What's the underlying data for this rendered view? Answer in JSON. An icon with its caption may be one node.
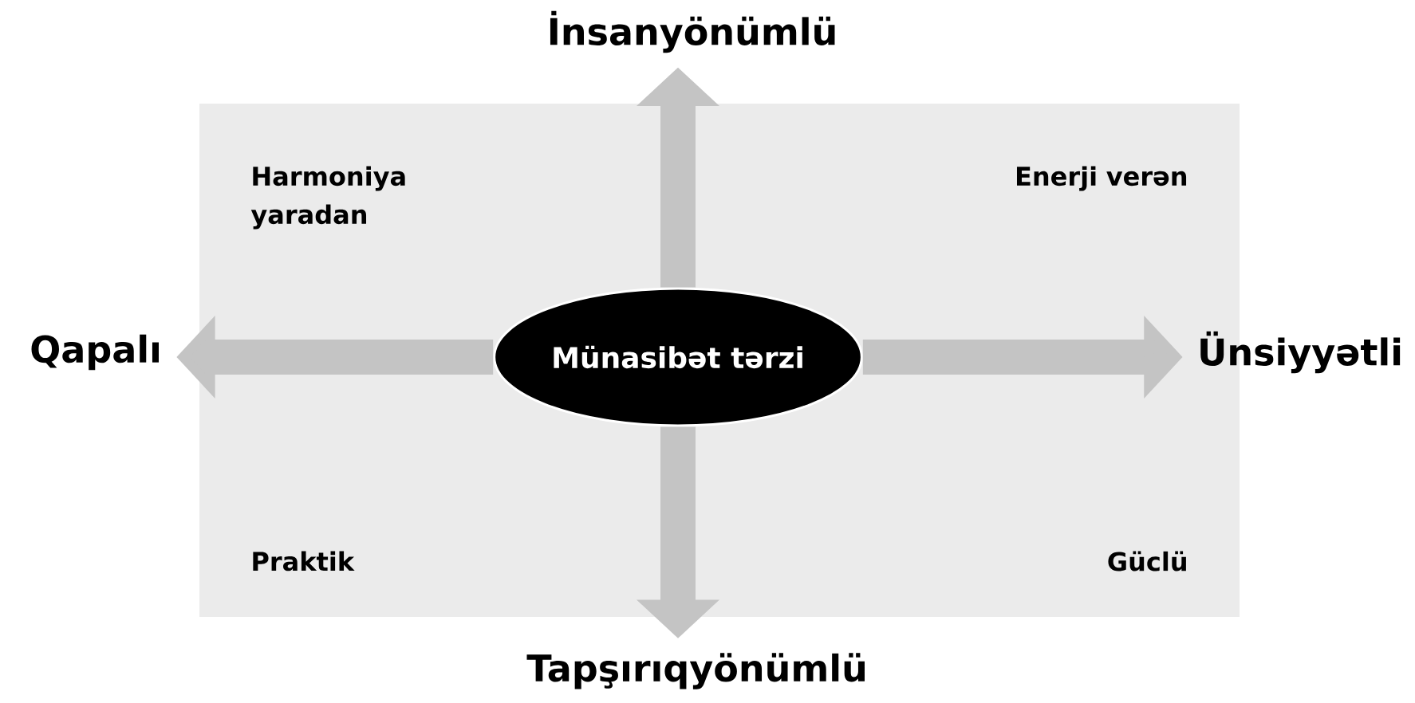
{
  "diagram": {
    "nodes": [
      {
        "text": [
          "Münasibət tərzi"
        ]
      },
      {
        "text": [
          "İnsanyönümlü"
        ]
      },
      {
        "text": [
          "Tapşırıqyönümlü"
        ]
      },
      {
        "text": [
          "Qapalı"
        ]
      },
      {
        "text": [
          "Ünsiyyətli"
        ]
      }
    ],
    "edges": [
      {
        "from": 0,
        "to": 1,
        "arrow": "to"
      },
      {
        "from": 0,
        "to": 2,
        "arrow": "to"
      },
      {
        "from": 0,
        "to": 3,
        "arrow": "to"
      },
      {
        "from": 0,
        "to": 4,
        "arrow": "to"
      }
    ],
    "labels": [
      "Harmoniya yaradan",
      "Enerji verən",
      "Praktik",
      "Güclü"
    ]
  }
}
